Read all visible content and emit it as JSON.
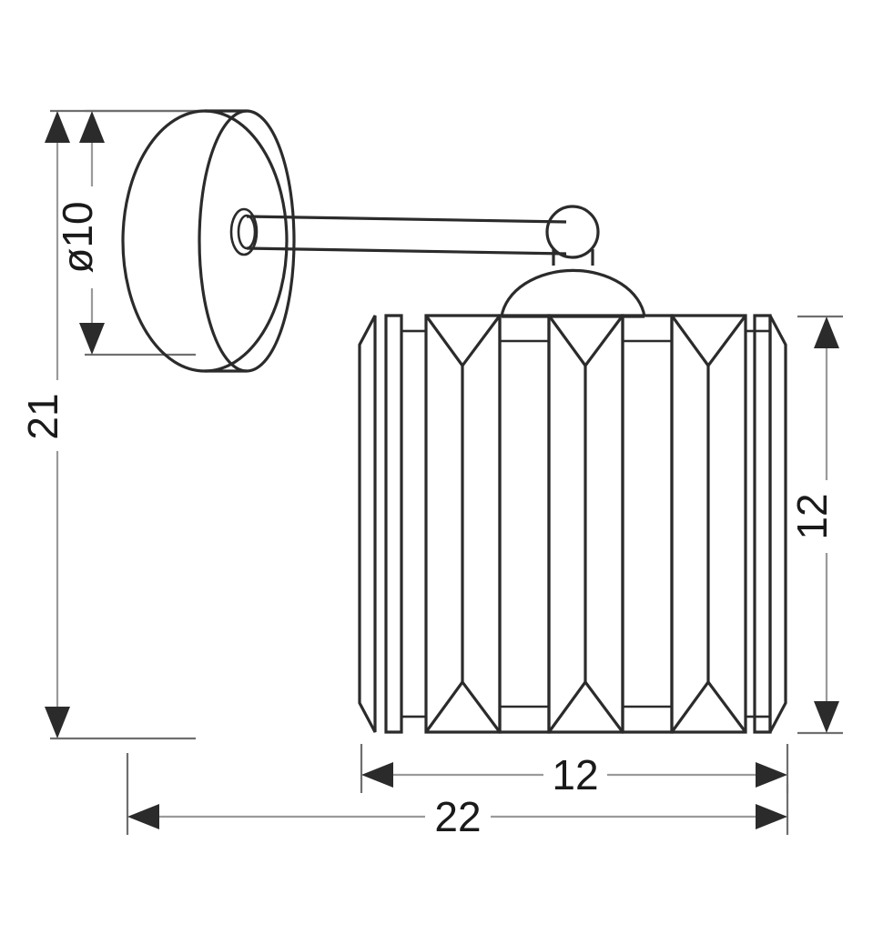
{
  "drawing": {
    "title": "Wall Lamp Technical Dimension Drawing",
    "units_note": "",
    "line_color": "#2b2b2b",
    "dimension_line_color": "#9a9a9a",
    "background_color": "#ffffff"
  },
  "dimensions": {
    "total_height": {
      "label": "21",
      "orientation": "vertical",
      "position": "left-outer",
      "rotated": true
    },
    "plate_diameter": {
      "label": "ø10",
      "orientation": "vertical",
      "position": "left-inner",
      "rotated": true
    },
    "shade_height": {
      "label": "12",
      "orientation": "vertical",
      "position": "right",
      "rotated": true
    },
    "shade_width": {
      "label": "12",
      "orientation": "horizontal",
      "position": "bottom-inner",
      "rotated": false
    },
    "total_depth": {
      "label": "22",
      "orientation": "horizontal",
      "position": "bottom-outer",
      "rotated": false
    }
  },
  "parts": [
    {
      "name": "wall-mount-plate",
      "shape": "cylinder-disc"
    },
    {
      "name": "support-arm",
      "shape": "tapered-rod"
    },
    {
      "name": "ball-joint",
      "shape": "circle"
    },
    {
      "name": "dome-cap",
      "shape": "hemisphere"
    },
    {
      "name": "lamp-shade",
      "shape": "faceted-ribbed-cylinder"
    }
  ],
  "shade": {
    "facet_count": 3,
    "rib_count": 8,
    "has_chamfered_corners": true
  }
}
